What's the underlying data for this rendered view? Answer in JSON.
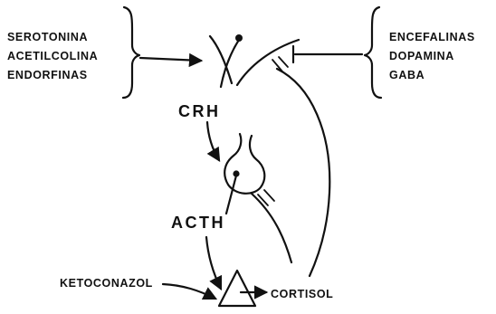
{
  "stimulators": [
    "SEROTONINA",
    "ACETILCOLINA",
    "ENDORFINAS"
  ],
  "inhibitors": [
    "ENCEFALINAS",
    "DOPAMINA",
    "GABA"
  ],
  "hormones": {
    "crh": "CRH",
    "acth": "ACTH",
    "cortisol": "CORTISOL"
  },
  "drug": "KETOCONAZOL"
}
